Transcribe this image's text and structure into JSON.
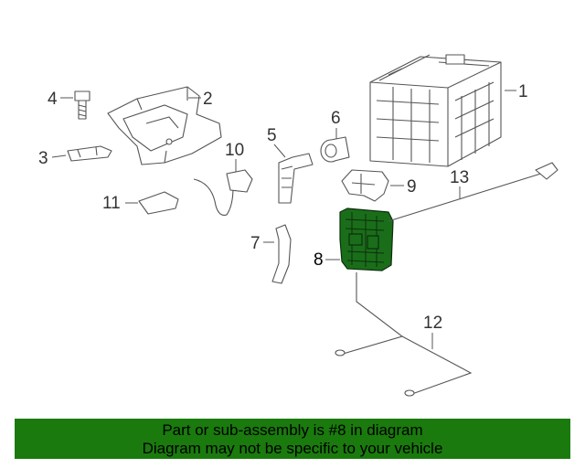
{
  "callouts": {
    "c1": "1",
    "c2": "2",
    "c3": "3",
    "c4": "4",
    "c5": "5",
    "c6": "6",
    "c7": "7",
    "c8": "8",
    "c9": "9",
    "c10": "10",
    "c11": "11",
    "c12": "12",
    "c13": "13"
  },
  "banner": {
    "line1": "Part or sub-assembly is #8 in diagram",
    "line2": "Diagram may not be specific to your vehicle"
  },
  "colors": {
    "highlight": "#1a6e1a",
    "banner_bg": "#1a7a0d"
  }
}
